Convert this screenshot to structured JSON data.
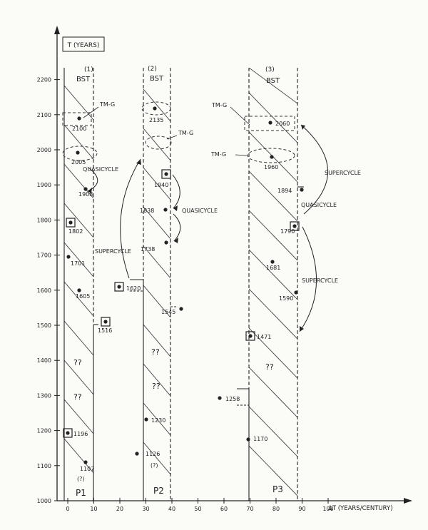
{
  "axes": {
    "y_title": "T (YEARS)",
    "x_title": "ΔT (YEARS/CENTURY)",
    "y_ticks": [
      "1000",
      "1100",
      "1200",
      "1300",
      "1400",
      "1500",
      "1600",
      "1700",
      "1800",
      "1900",
      "2000",
      "2100",
      "2200"
    ],
    "x_ticks": [
      "0",
      "10",
      "20",
      "30",
      "40",
      "50",
      "60",
      "70",
      "80",
      "90",
      "100"
    ]
  },
  "columns": [
    {
      "number": "(1)",
      "bst": "BST",
      "period": "P1"
    },
    {
      "number": "(2)",
      "bst": "BST",
      "period": "P2"
    },
    {
      "number": "(3)",
      "bst": "BST",
      "period": "P3"
    }
  ],
  "points": [
    {
      "label": "2100"
    },
    {
      "label": "2005"
    },
    {
      "label": "1908"
    },
    {
      "label": "1802"
    },
    {
      "label": "1701"
    },
    {
      "label": "1605"
    },
    {
      "label": "1516"
    },
    {
      "label": "1196"
    },
    {
      "label": "1107"
    },
    {
      "label": "(?)"
    },
    {
      "label": "2135"
    },
    {
      "label": "1940"
    },
    {
      "label": "1838"
    },
    {
      "label": "1738"
    },
    {
      "label": "1620"
    },
    {
      "label": "1545"
    },
    {
      "label": "1230"
    },
    {
      "label": "1126"
    },
    {
      "label": "(?)"
    },
    {
      "label": "2060"
    },
    {
      "label": "1960"
    },
    {
      "label": "1894"
    },
    {
      "label": "1790"
    },
    {
      "label": "1681"
    },
    {
      "label": "1590"
    },
    {
      "label": "1471"
    },
    {
      "label": "1258"
    },
    {
      "label": "1170"
    }
  ],
  "annotations": {
    "tmg": "TM-G",
    "quasicycle": "QUASICYCLE",
    "supercycle": "SUPERCYCLE",
    "unknown": "??"
  }
}
